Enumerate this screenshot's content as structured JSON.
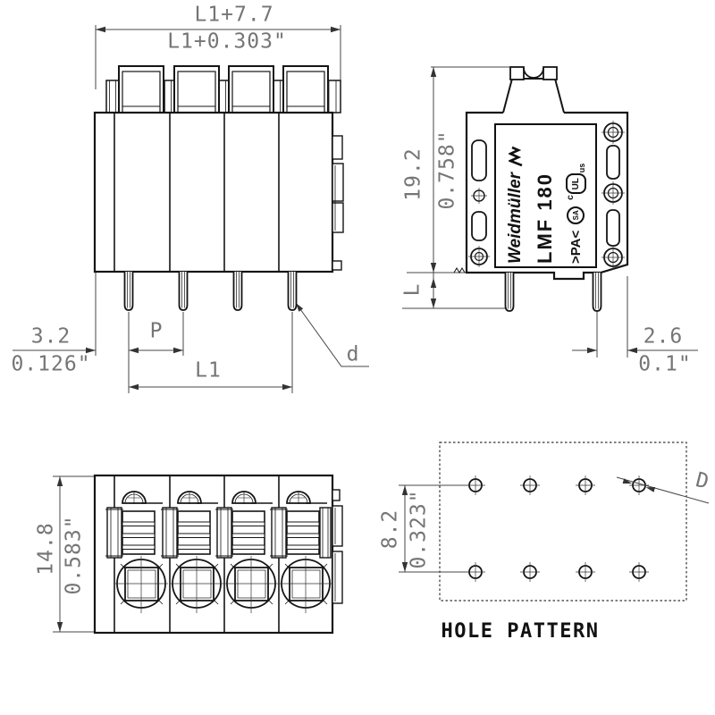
{
  "front": {
    "dim_total_mm": "L1+7.7",
    "dim_total_in": "L1+0.303\"",
    "dim_left_mm": "3.2",
    "dim_left_in": "0.126\"",
    "pitch_label": "P",
    "span_label": "L1",
    "pin_dia_label": "d"
  },
  "side": {
    "dim_height_mm": "19.2",
    "dim_height_in": "0.758\"",
    "pin_length_label": "L",
    "dim_offset_mm": "2.6",
    "dim_offset_in": "0.1\"",
    "label": {
      "brand": "Weidmüller",
      "model": "LMF 180",
      "marking": ">PA<",
      "csa": "SA",
      "ul": "UL",
      "ul_c": "c",
      "ul_us": "us"
    }
  },
  "top": {
    "dim_depth_mm": "14.8",
    "dim_depth_in": "0.583\""
  },
  "holes": {
    "dim_row_mm": "8.2",
    "dim_row_in": "0.323\"",
    "dia_label": "D",
    "caption": "HOLE PATTERN"
  },
  "colors": {
    "line": "#151515",
    "dim_line": "#474747",
    "dim_text": "#757575"
  }
}
